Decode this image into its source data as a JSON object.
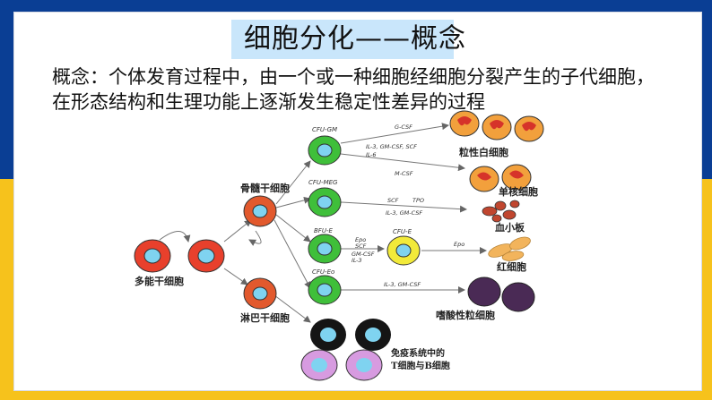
{
  "slide": {
    "title": "细胞分化——概念",
    "concept": "概念：个体发育过程中，由一个或一种细胞经细胞分裂产生的子代细胞，在形态结构和生理功能上逐渐发生稳定性差异的过程"
  },
  "diagram": {
    "cells": {
      "multipotent": "多能干细胞",
      "bone_marrow": "骨髓干细胞",
      "lymph": "淋巴干细胞",
      "cfu_gm": "CFU-GM",
      "cfu_meg": "CFU-MEG",
      "bfu_e": "BFU-E",
      "cfu_e": "CFU-E",
      "cfu_eo": "CFU-Eo",
      "granulocyte": "粒性白细胞",
      "monocyte": "单核细胞",
      "platelet": "血小板",
      "rbc": "红细胞",
      "eosinophil": "嗜酸性粒细胞",
      "immune_line1": "免疫系统中的",
      "immune_line2": "T细胞与B细胞"
    },
    "factors": {
      "g_csf": "G-CSF",
      "gm1": "IL-3, GM-CSF, SCF",
      "il6": "IL-6",
      "m_csf": "M-CSF",
      "scf": "SCF",
      "tpo": "TPO",
      "meg_il3": "IL-3, GM-CSF",
      "epo1": "Epo",
      "scf2": "SCF",
      "gm2": "GM-CSF",
      "il3": "IL-3",
      "epo2": "Epo",
      "eo_il3": "IL-3, GM-CSF"
    },
    "colors": {
      "multipotent_cell": "#e8402c",
      "progenitor_cell": "#3fbf3a",
      "granulocyte_cell": "#f2a03c",
      "platelet": "#c0462f",
      "cfu_e_cell": "#f2ea3a",
      "eosinophil_cell": "#4a2a55",
      "t_cell": "#151515",
      "b_cell": "#d79be0",
      "nucleus": "#7fd3f0"
    }
  }
}
